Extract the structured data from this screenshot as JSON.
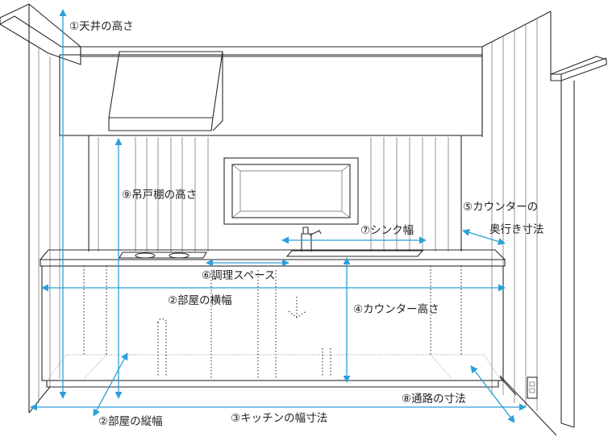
{
  "labels": {
    "ceiling_height": "①天井の高さ",
    "room_width": "②部屋の横幅",
    "room_depth": "②部屋の縦幅",
    "kitchen_width": "③キッチンの幅寸法",
    "counter_height": "④カウンター高さ",
    "counter_depth_line1": "⑤カウンターの",
    "counter_depth_line2": "奥行き寸法",
    "prep_space": "⑥調理スペース",
    "sink_width": "⑦シンク幅",
    "aisle_width": "⑧通路の寸法",
    "cabinet_height": "⑨吊戸棚の高さ"
  },
  "colors": {
    "dimension": "#2b9fd8",
    "lines": "#2a2a2a",
    "background": "#ffffff"
  }
}
